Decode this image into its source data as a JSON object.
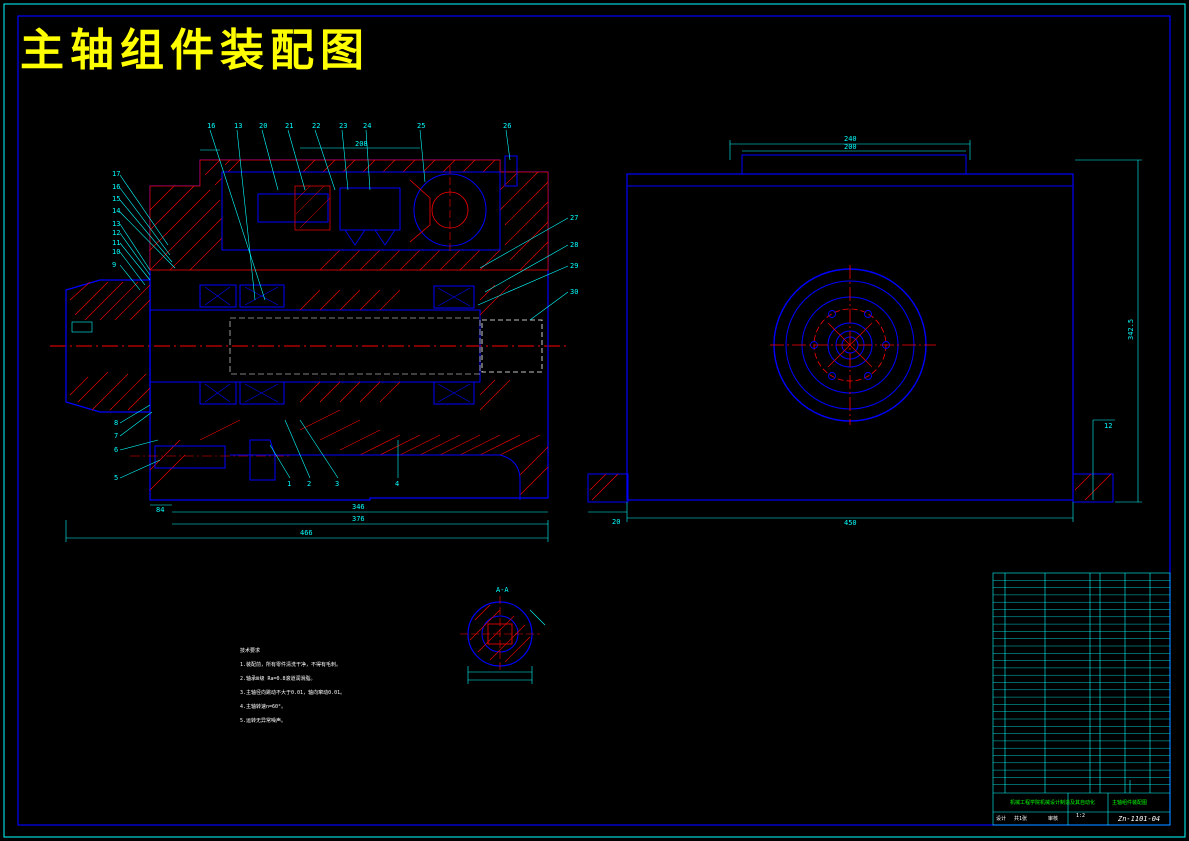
{
  "drawing": {
    "title": "主轴组件装配图",
    "drawing_no": "Zn-1101-04",
    "section_label": "A-A",
    "colors": {
      "background": "#000000",
      "frame": "#00ffff",
      "outline": "#0000ff",
      "hatch": "#ff0000",
      "centerline": "#ff0000",
      "text": "#ffff00",
      "dim": "#00ffff",
      "white": "#ffffff"
    },
    "callouts_top": [
      "16",
      "13",
      "20",
      "21",
      "22",
      "23",
      "24",
      "25",
      "26"
    ],
    "callouts_left": [
      "17",
      "16",
      "15",
      "14",
      "13",
      "12",
      "11",
      "10",
      "9"
    ],
    "callouts_bottom_left": [
      "8",
      "7",
      "6",
      "5"
    ],
    "callouts_bottom": [
      "4",
      "3",
      "2",
      "1"
    ],
    "callouts_right": [
      "27",
      "28",
      "29",
      "30"
    ],
    "dimensions": {
      "main_overall": "466",
      "main_mid": "376",
      "main_inner": "346",
      "main_left": "84",
      "main_top": "208",
      "side_top_outer": "240",
      "side_top_inner": "200",
      "side_width": "450",
      "side_height": "342.5",
      "side_left_offset": "20",
      "side_right_detail": "12"
    },
    "tech_notes": {
      "heading": "技术要求",
      "items": [
        "1.装配前，所有零件清洗干净，不得有毛刺。",
        "2.轴承Ⅲ级 Ra=0.8滚道润滑脂。",
        "3.主轴径向跳动不大于0.01，轴向窜动0.01。",
        "4.主轴转速n=60°。",
        "5.运转无异常噪声。"
      ]
    },
    "title_block": {
      "school": "机械工程学院机械设计制造及其自动化",
      "part_name": "主轴组件装配图",
      "designer": "设计",
      "checker": "审核",
      "scale": "1:2",
      "sheet": "共1张"
    }
  }
}
